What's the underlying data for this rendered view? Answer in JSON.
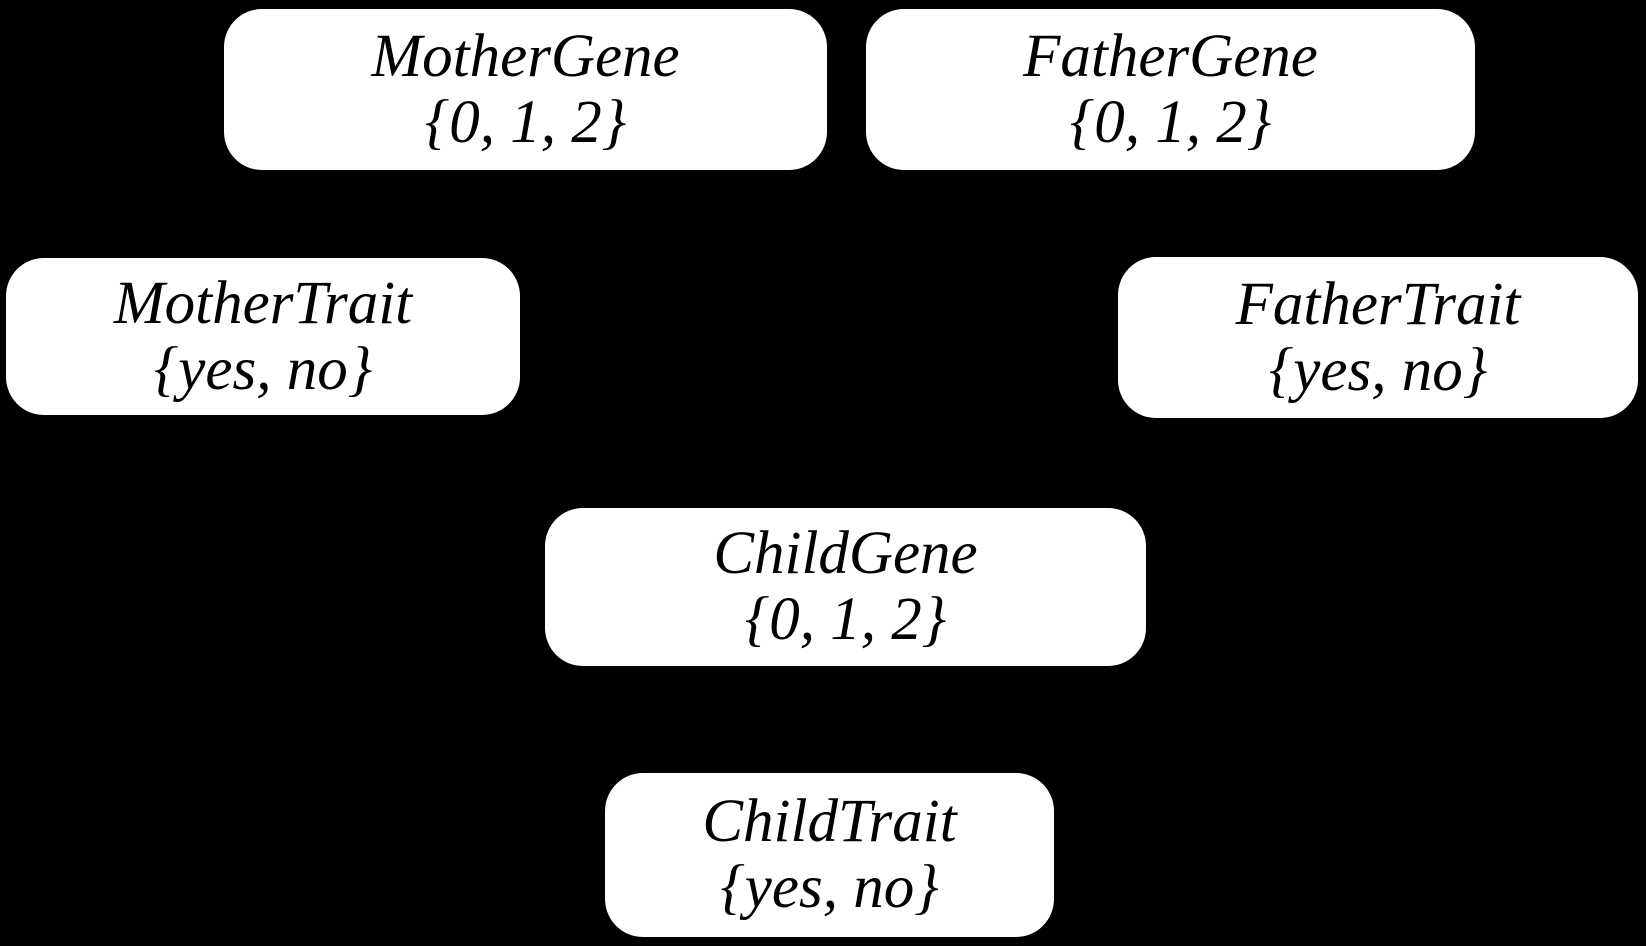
{
  "diagram": {
    "type": "bayesian-network",
    "background_color": "#000000",
    "node_style": {
      "fill_color": "#ffffff",
      "text_color": "#000000"
    },
    "nodes": {
      "mother_gene": {
        "name": "MotherGene",
        "values": "{0, 1, 2}"
      },
      "father_gene": {
        "name": "FatherGene",
        "values": "{0, 1, 2}"
      },
      "mother_trait": {
        "name": "MotherTrait",
        "values": "{yes, no}"
      },
      "father_trait": {
        "name": "FatherTrait",
        "values": "{yes, no}"
      },
      "child_gene": {
        "name": "ChildGene",
        "values": "{0, 1, 2}"
      },
      "child_trait": {
        "name": "ChildTrait",
        "values": "{yes, no}"
      }
    }
  }
}
